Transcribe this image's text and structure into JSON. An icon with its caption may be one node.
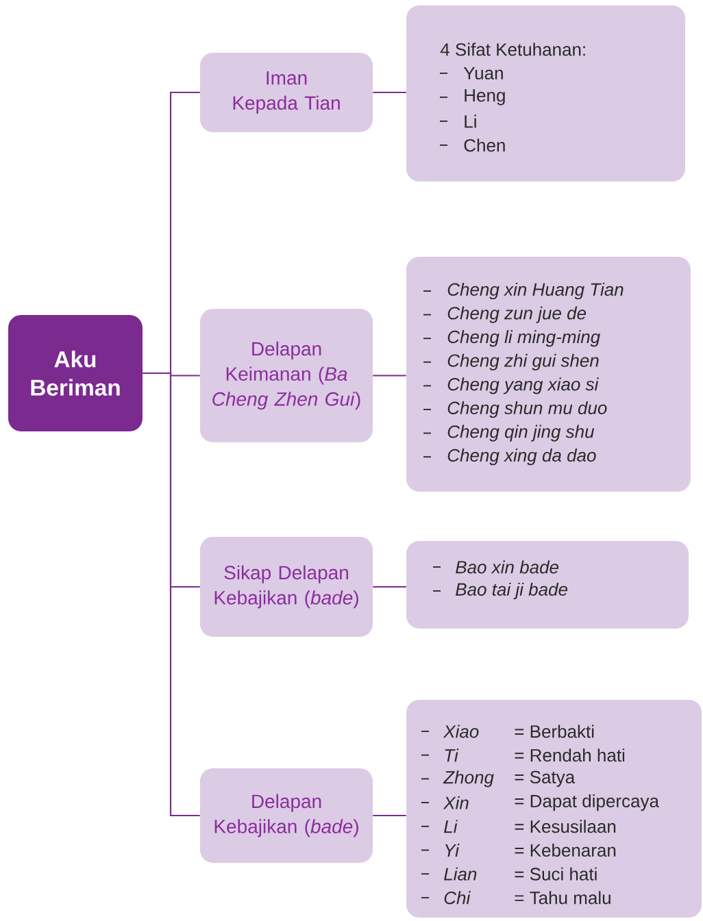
{
  "diagram": {
    "nodes": [
      {
        "text": [
          "Aku Beriman"
        ]
      },
      {
        "text": [
          "Iman Kepada Tian"
        ]
      },
      {
        "text": [
          "Delapan Keimanan (*Ba Cheng Zhen Gui*)"
        ]
      },
      {
        "text": [
          "Sikap Delapan Kebajikan (*bade*)"
        ]
      },
      {
        "text": [
          "Delapan Kebajikan (*bade*)"
        ]
      },
      {
        "text": [
          "4 Sifat Ketuhanan:",
          "Yuan",
          "Heng",
          "Li",
          "Chen"
        ]
      },
      {
        "text": [
          "Cheng xin Huang Tian",
          "Cheng zun jue de",
          "Cheng li ming-ming",
          "Cheng zhi gui shen",
          "Cheng yang xiao si",
          "Cheng shun mu duo",
          "Cheng qin jing shu",
          "Cheng xing da dao"
        ]
      },
      {
        "text": [
          "Bao xin bade",
          "Bao tai ji bade"
        ]
      },
      {
        "text": [
          "Xiao",
          "= Berbakti",
          "Ti",
          "= Rendah hati",
          "Zhong",
          "= Satya",
          "Xin",
          "= Dapat dipercaya",
          "Li",
          "= Kesusilaan",
          "Yi",
          "= Kebenaran",
          "Lian",
          "= Suci hati",
          "Chi",
          "= Tahu malu"
        ]
      }
    ],
    "edges": [
      {
        "from": 0,
        "to": 1,
        "arrow": "none"
      },
      {
        "from": 0,
        "to": 2,
        "arrow": "none"
      },
      {
        "from": 0,
        "to": 3,
        "arrow": "none"
      },
      {
        "from": 0,
        "to": 4,
        "arrow": "none"
      },
      {
        "from": 1,
        "to": 5,
        "arrow": "none"
      },
      {
        "from": 2,
        "to": 6,
        "arrow": "none"
      },
      {
        "from": 3,
        "to": 7,
        "arrow": "none"
      },
      {
        "from": 4,
        "to": 8,
        "arrow": "none"
      }
    ]
  }
}
